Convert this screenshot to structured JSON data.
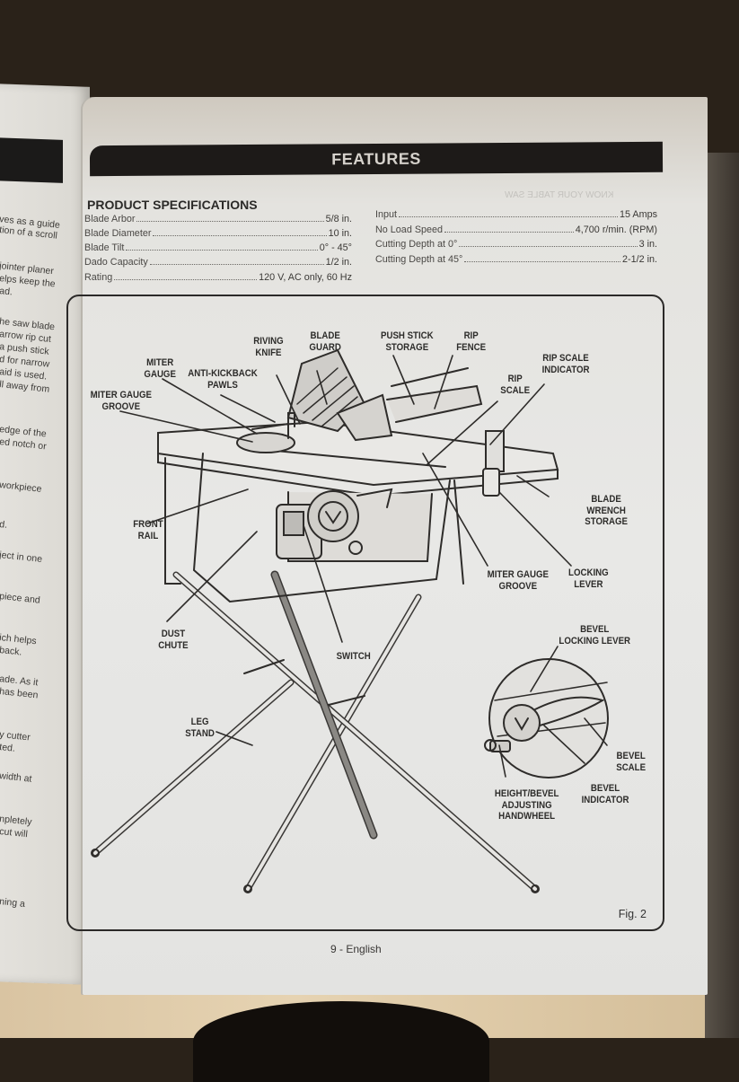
{
  "left_page_fragments": [
    "ves as a guide",
    "tion of a scroll",
    "jointer planer",
    "elps keep the",
    "ad.",
    "he saw blade",
    "arrow rip cut",
    "a push stick",
    "d for narrow",
    "aid is used.",
    "ll away from",
    "edge of the",
    "ed notch or",
    "workpiece",
    "d.",
    "ject in one",
    "piece and",
    "ich helps",
    "back.",
    "ade. As it",
    "has been",
    "y cutter",
    "ted.",
    "width at",
    "npletely",
    "cut will",
    "ning a"
  ],
  "header": {
    "title": "FEATURES"
  },
  "specifications": {
    "title": "PRODUCT SPECIFICATIONS",
    "left": [
      {
        "label": "Blade Arbor",
        "value": "5/8 in."
      },
      {
        "label": "Blade Diameter",
        "value": "10 in."
      },
      {
        "label": "Blade Tilt",
        "value": "0° - 45°"
      },
      {
        "label": "Dado Capacity",
        "value": "1/2 in."
      },
      {
        "label": "Rating",
        "value": "120 V, AC only, 60 Hz"
      }
    ],
    "right": [
      {
        "label": "Input",
        "value": "15 Amps"
      },
      {
        "label": "No Load Speed",
        "value": "4,700 r/min. (RPM)"
      },
      {
        "label": "Cutting Depth at 0°",
        "value": "3 in."
      },
      {
        "label": "Cutting Depth at 45°",
        "value": "2-1/2 in."
      }
    ]
  },
  "figure": {
    "caption": "Fig. 2",
    "labels": {
      "blade_guard": "BLADE\nGUARD",
      "riving_knife": "RIVING\nKNIFE",
      "miter_gauge": "MITER\nGAUGE",
      "anti_kickback_pawls": "ANTI-KICKBACK\nPAWLS",
      "miter_gauge_groove_left": "MITER GAUGE\nGROOVE",
      "push_stick_storage": "PUSH STICK\nSTORAGE",
      "rip_fence": "RIP\nFENCE",
      "rip_scale": "RIP\nSCALE",
      "rip_scale_indicator": "RIP SCALE\nINDICATOR",
      "blade_wrench_storage": "BLADE\nWRENCH\nSTORAGE",
      "front_rail": "FRONT\nRAIL",
      "locking_lever": "LOCKING\nLEVER",
      "miter_gauge_groove_right": "MITER GAUGE\nGROOVE",
      "dust_chute": "DUST\nCHUTE",
      "switch": "SWITCH",
      "bevel_locking_lever": "BEVEL\nLOCKING LEVER",
      "leg_stand": "LEG\nSTAND",
      "bevel_scale": "BEVEL\nSCALE",
      "bevel_indicator": "BEVEL\nINDICATOR",
      "height_bevel_handwheel": "HEIGHT/BEVEL\nADJUSTING\nHANDWHEEL"
    }
  },
  "footer": {
    "page_number": "9 - English"
  }
}
